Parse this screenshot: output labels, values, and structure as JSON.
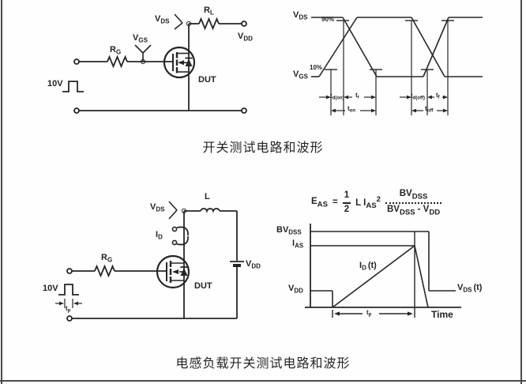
{
  "captions": {
    "switching": "开关测试电路和波形",
    "inductive": "电感负载开关测试电路和波形"
  },
  "colors": {
    "ink": "#26262a",
    "border": "#4a4a50",
    "background": "#fefefe"
  },
  "circuit1": {
    "pulse_label": "10V",
    "rg": {
      "base": "R",
      "sub": "G"
    },
    "vgs": {
      "base": "V",
      "sub": "GS"
    },
    "vds": {
      "base": "V",
      "sub": "DS"
    },
    "rl": {
      "base": "R",
      "sub": "L"
    },
    "vdd": {
      "base": "V",
      "sub": "DD"
    },
    "dut": "DUT"
  },
  "waveform1": {
    "vds": {
      "base": "V",
      "sub": "DS"
    },
    "vgs": {
      "base": "V",
      "sub": "GS"
    },
    "pct90": "90%",
    "pct10": "10%",
    "td_on": {
      "base": "t",
      "sub": "d(on)"
    },
    "tr": {
      "base": "t",
      "sub": "r"
    },
    "ton": {
      "base": "t",
      "sub": "on"
    },
    "td_off": {
      "base": "t",
      "sub": "d(off)"
    },
    "tf": {
      "base": "t",
      "sub": "f"
    },
    "toff": {
      "base": "t",
      "sub": "off"
    }
  },
  "circuit2": {
    "pulse_label": "10V",
    "tp": {
      "base": "t",
      "sub": "p"
    },
    "rg": {
      "base": "R",
      "sub": "G"
    },
    "vds": {
      "base": "V",
      "sub": "DS"
    },
    "id": {
      "base": "I",
      "sub": "D"
    },
    "inductor": "L",
    "vdd": {
      "base": "V",
      "sub": "DD"
    },
    "dut": "DUT"
  },
  "graph": {
    "equation": {
      "eas": {
        "base": "E",
        "sub": "AS"
      },
      "equals": "=",
      "frac_num": "1",
      "frac_den": "2",
      "li": {
        "base": "L I",
        "sub": "AS",
        "sup": "2"
      },
      "num": {
        "base": "BV",
        "sub": "DSS"
      },
      "den": {
        "p1": "BV",
        "s1": "DSS",
        "p2": "- V",
        "s2": "DD"
      }
    },
    "bvdss": {
      "base": "BV",
      "sub": "DSS"
    },
    "ias": {
      "base": "I",
      "sub": "AS"
    },
    "vdd": {
      "base": "V",
      "sub": "DD"
    },
    "id_t": {
      "base": "I",
      "sub": "D",
      "suffix": "(t)"
    },
    "vds_t": {
      "base": "V",
      "sub": "DS",
      "suffix": "(t)"
    },
    "tp": {
      "base": "t",
      "sub": "p"
    },
    "time": "Time"
  }
}
